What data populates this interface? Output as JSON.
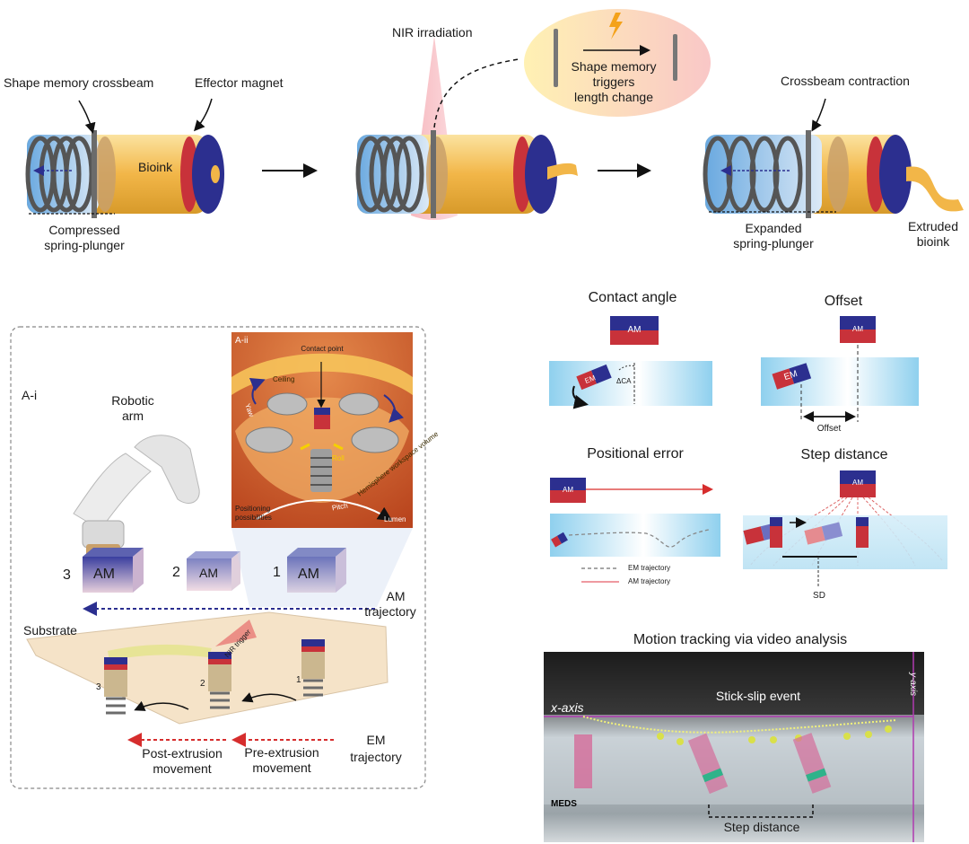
{
  "top": {
    "shape_memory_crossbeam": "Shape memory crossbeam",
    "effector_magnet": "Effector magnet",
    "bioink": "Bioink",
    "compressed_spring_plunger_1": "Compressed",
    "compressed_spring_plunger_2": "spring-plunger",
    "nir_irradiation": "NIR irradiation",
    "bubble_line1": "Shape memory",
    "bubble_line2": "triggers",
    "bubble_line3": "length change",
    "crossbeam_contraction": "Crossbeam contraction",
    "expanded_spring_plunger_1": "Expanded",
    "expanded_spring_plunger_2": "spring-plunger",
    "extruded_bioink_1": "Extruded",
    "extruded_bioink_2": "bioink"
  },
  "panel_a": {
    "a_i": "A-i",
    "a_ii": "A-ii",
    "robotic_arm_1": "Robotic",
    "robotic_arm_2": "arm",
    "am": "AM",
    "pos_3": "3",
    "pos_2": "2",
    "pos_1": "1",
    "am_trajectory_1": "AM",
    "am_trajectory_2": "trajectory",
    "substrate": "Substrate",
    "nir_trigger": "NIR trigger",
    "em_1": "1",
    "em_2": "2",
    "em_3": "3",
    "post_extrusion_1": "Post-extrusion",
    "post_extrusion_2": "movement",
    "pre_extrusion_1": "Pre-extrusion",
    "pre_extrusion_2": "movement",
    "em_trajectory_1": "EM",
    "em_trajectory_2": "trajectory",
    "inset": {
      "contact_point": "Contact point",
      "ceiling": "Ceiling",
      "yaw": "Yaw",
      "roll": "Roll",
      "hemisphere": "Hemisphere workspace volume",
      "positioning_1": "Positioning",
      "positioning_2": "possibilities",
      "pitch": "Pitch",
      "lumen": "Lumen"
    }
  },
  "metrics": {
    "contact_angle": "Contact angle",
    "offset": "Offset",
    "offset_label": "Offset",
    "delta_ca": "ΔCA",
    "positional_error": "Positional error",
    "step_distance": "Step distance",
    "am": "AM",
    "em": "EM",
    "em_traj_legend": "EM trajectory",
    "am_traj_legend": "AM trajectory",
    "sd": "SD"
  },
  "tracking": {
    "title": "Motion tracking via video analysis",
    "x_axis": "x-axis",
    "y_axis": "y-axis",
    "stick_slip": "Stick-slip event",
    "meds": "MEDS",
    "step_distance": "Step distance"
  },
  "colors": {
    "magnet_red": "#c8323a",
    "magnet_blue": "#2c2f8f",
    "bioink": "#f2b648",
    "em_trajectory": "#d62d2d",
    "am_trajectory": "#2b2f8f",
    "lumen_blue": "#a9d8ee"
  }
}
